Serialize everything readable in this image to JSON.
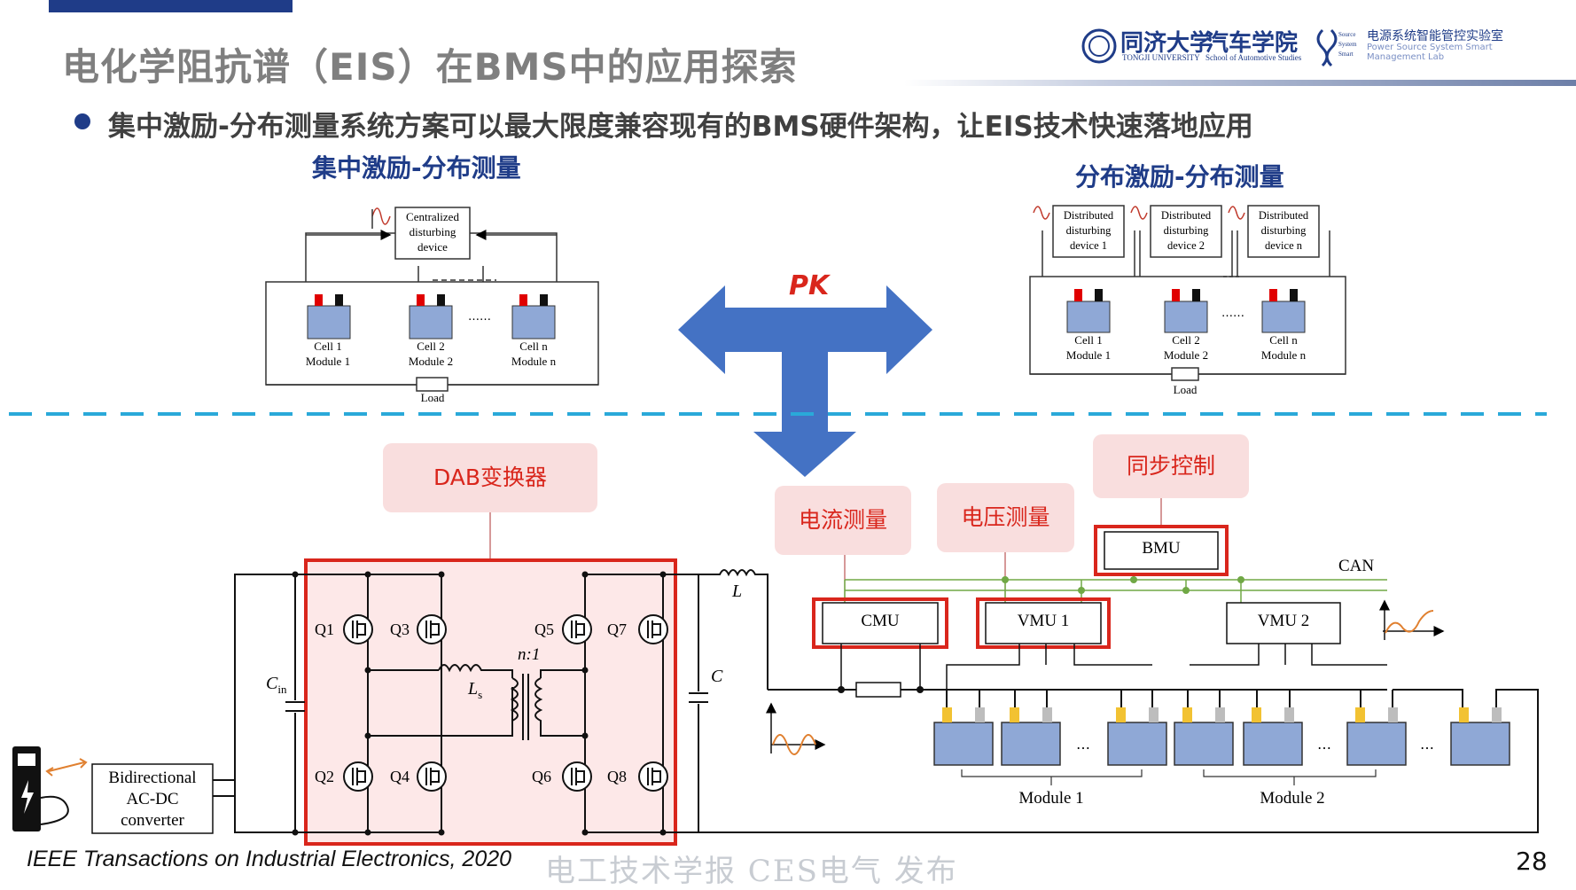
{
  "slide": {
    "title": "电化学阻抗谱（EIS）在BMS中的应用探索",
    "bullet": "集中激励-分布测量系统方案可以最大限度兼容现有的BMS硬件架构，让EIS技术快速落地应用",
    "page_number": "28",
    "citation": "IEEE Transactions on Industrial Electronics, 2020",
    "watermark": "电工技术学报 CES电气 发布"
  },
  "logo": {
    "university_cn": "同济大学",
    "university_en": "TONGJI UNIVERSITY",
    "school_cn": "汽车学院",
    "school_en": "School of Automotive Studies",
    "lab_mark": "Source System Smart",
    "lab_cn": "电源系统智能管控实验室",
    "lab_en1": "Power Source System Smart",
    "lab_en2": "Management Lab"
  },
  "centralized": {
    "title": "集中激励-分布测量",
    "device_l1": "Centralized",
    "device_l2": "disturbing",
    "device_l3": "device",
    "cells": [
      {
        "cell": "Cell 1",
        "module": "Module 1"
      },
      {
        "cell": "Cell 2",
        "module": "Module 2"
      },
      {
        "cell": "Cell n",
        "module": "Module n"
      }
    ],
    "ellipsis": "……",
    "load": "Load"
  },
  "distributed": {
    "title": "分布激励-分布测量",
    "devices": [
      {
        "l1": "Distributed",
        "l2": "disturbing",
        "l3": "device 1"
      },
      {
        "l1": "Distributed",
        "l2": "disturbing",
        "l3": "device 2"
      },
      {
        "l1": "Distributed",
        "l2": "disturbing",
        "l3": "device n"
      }
    ],
    "cells": [
      {
        "cell": "Cell 1",
        "module": "Module 1"
      },
      {
        "cell": "Cell 2",
        "module": "Module 2"
      },
      {
        "cell": "Cell n",
        "module": "Module n"
      }
    ],
    "ellipsis": "……",
    "load": "Load"
  },
  "pk_label": "PK",
  "tags": {
    "dab": "DAB变换器",
    "current": "电流测量",
    "voltage": "电压测量",
    "sync": "同步控制"
  },
  "circuit": {
    "converter_l1": "Bidirectional",
    "converter_l2": "AC-DC",
    "converter_l3": "converter",
    "cin": "C",
    "cin_sub": "in",
    "ls": "L",
    "ls_sub": "s",
    "ratio": "n:1",
    "l": "L",
    "c": "C",
    "switches": [
      "Q1",
      "Q2",
      "Q3",
      "Q4",
      "Q5",
      "Q6",
      "Q7",
      "Q8"
    ],
    "bmu": "BMU",
    "can": "CAN",
    "cmu": "CMU",
    "vmu1": "VMU 1",
    "vmu2": "VMU 2",
    "module1": "Module 1",
    "module2": "Module 2",
    "ellipsis": "…"
  },
  "colors": {
    "brand_blue": "#1f3c88",
    "accent_red": "#d9261c",
    "tag_bg": "#f9dede",
    "dab_bg": "#fde8e8",
    "cell_blue": "#8fa8d6",
    "arrow_blue": "#4472c4",
    "dash_blue": "#2aa9d9",
    "can_green": "#70a845"
  }
}
